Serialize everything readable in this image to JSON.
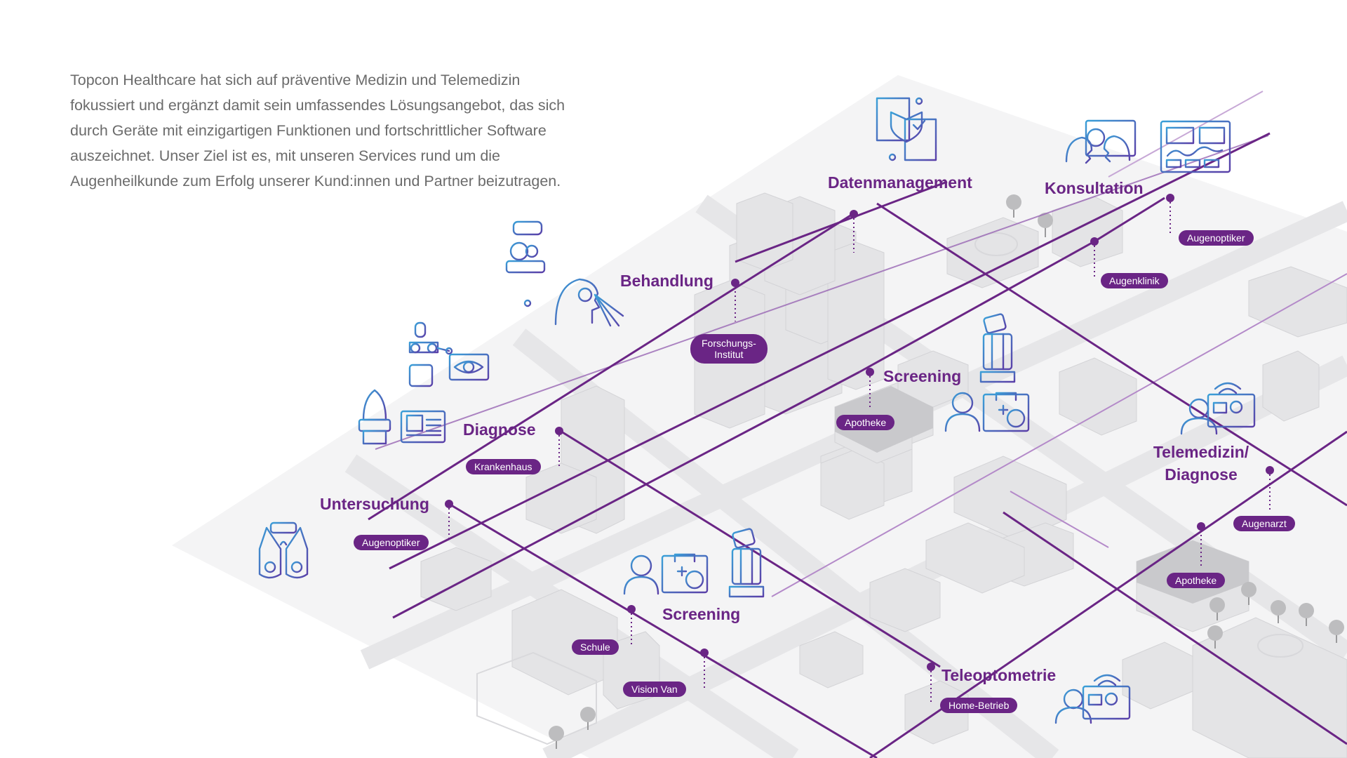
{
  "intro_text": "Topcon Healthcare hat sich auf präventive Medizin und Telemedizin fokussiert und ergänzt damit sein umfassendes Lösungsangebot, das sich durch Geräte mit einzigartigen Funktionen und fortschrittlicher Software auszeichnet. Unser Ziel ist es, mit unseren Services rund um die Augenheilkunde zum Erfolg unserer Kund:innen und Partner beizutragen.",
  "colors": {
    "accent": "#6a2585",
    "text": "#6b6b6b",
    "icon": "#4a5fb5",
    "map": "#e9e9eb"
  },
  "stations": {
    "datenmanagement": "Datenmanagement",
    "konsultation": "Konsultation",
    "behandlung": "Behandlung",
    "screening_top": "Screening",
    "diagnose": "Diagnose",
    "untersuchung": "Untersuchung",
    "screening_bottom": "Screening",
    "telemedizin": "Telemedizin/\nDiagnose",
    "teleoptometrie": "Teleoptometrie"
  },
  "places": {
    "augenoptiker_top": "Augenoptiker",
    "augenklinik": "Augenklinik",
    "forschungsinstitut": "Forschungs-\nInstitut",
    "apotheke_top": "Apotheke",
    "krankenhaus": "Krankenhaus",
    "augenoptiker_left": "Augenoptiker",
    "schule": "Schule",
    "vision_van": "Vision Van",
    "augenarzt": "Augenarzt",
    "apotheke_right": "Apotheke",
    "home_betrieb": "Home-Betrieb"
  },
  "icons": [
    "document-shield-icon",
    "doctor-patient-video-icon",
    "dashboard-monitor-icon",
    "ophthalmic-device-icon",
    "eye-examination-icon",
    "microscope-device-icon",
    "eye-monitor-icon",
    "slit-lamp-icon",
    "retina-monitor-icon",
    "phoropter-icon",
    "patient-clipboard-icon",
    "perimeter-device-icon",
    "telemedicine-video-icon"
  ]
}
